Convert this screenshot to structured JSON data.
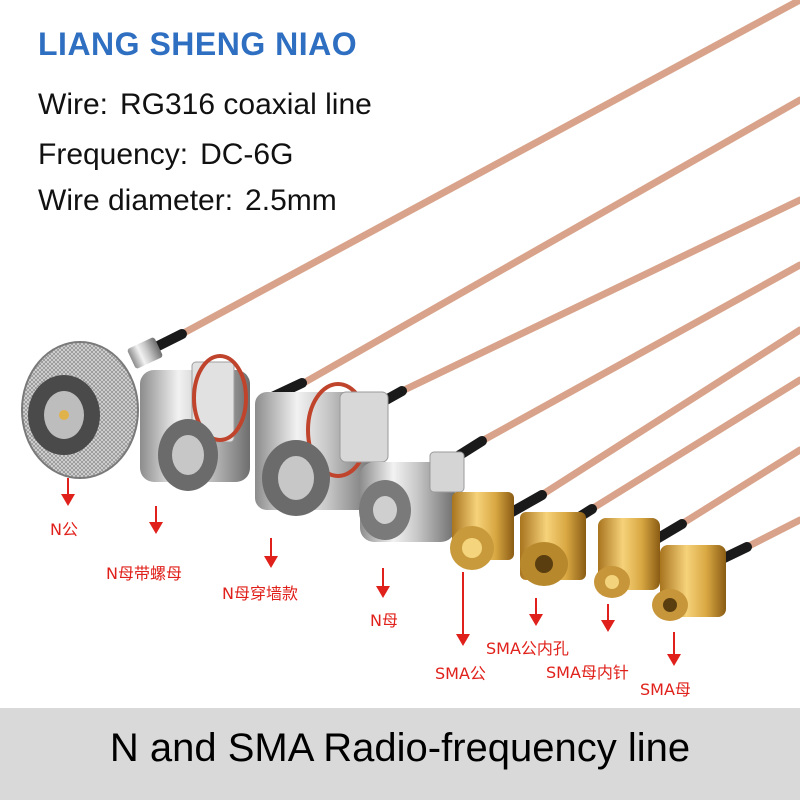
{
  "brand": "LIANG SHENG NIAO",
  "specs": [
    {
      "key": "Wire:",
      "value": "RG316 coaxial line"
    },
    {
      "key": "Frequency:",
      "value": "DC-6G"
    },
    {
      "key": "Wire diameter:",
      "value": "2.5mm"
    }
  ],
  "labels": {
    "n_male": "N公",
    "n_female_nut": "N母带螺母",
    "n_female_bulkhead": "N母穿墙款",
    "n_female": "N母",
    "sma_male": "SMA公",
    "sma_male_rp": "SMA公内孔",
    "sma_female_rp": "SMA母内针",
    "sma_female": "SMA母"
  },
  "footer": "N and SMA Radio-frequency line",
  "colors": {
    "brand": "#2f6fc2",
    "label": "#e0201a",
    "cable": "#d8a38a",
    "footer_bg": "#d9d9d9"
  }
}
